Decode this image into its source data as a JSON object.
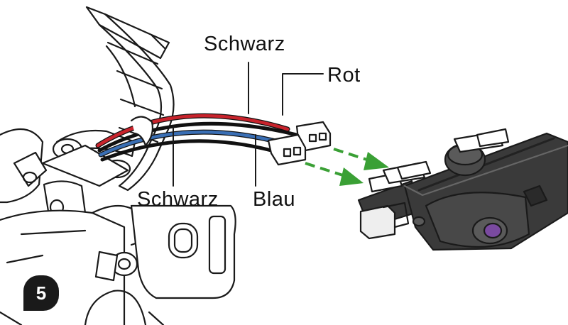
{
  "step": {
    "number": "5"
  },
  "labels": {
    "schwarz_top": "Schwarz",
    "rot": "Rot",
    "schwarz_bottom": "Schwarz",
    "blau": "Blau"
  },
  "colors": {
    "wire_red": "#c8232c",
    "wire_blue": "#3a6fb5",
    "wire_black": "#111111",
    "arrow_green": "#3aa035",
    "part_dark": "#3a3a3a",
    "part_mid": "#5a5a5a",
    "accent_purple": "#7a4aa0"
  },
  "icons": {
    "arrow": "dashed-green-arrow-icon"
  }
}
